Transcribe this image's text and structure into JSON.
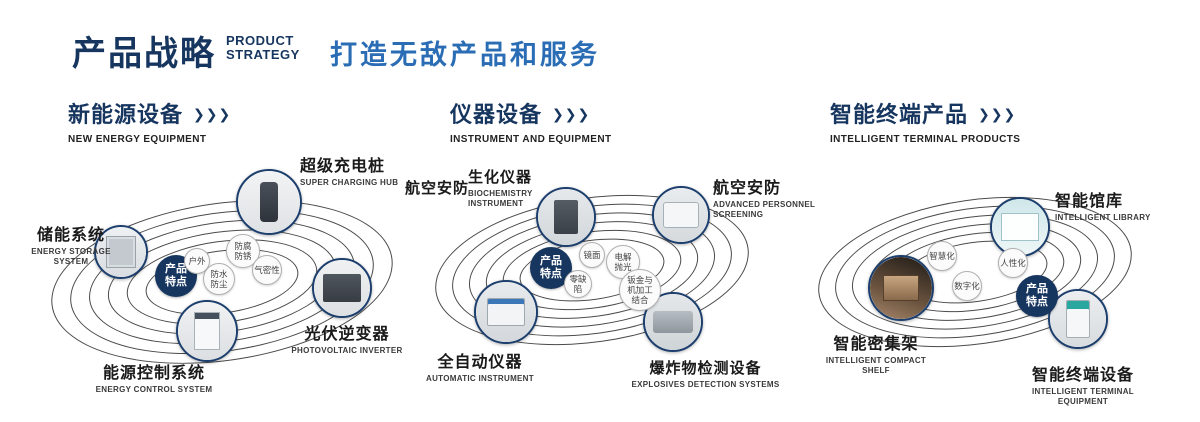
{
  "colors": {
    "navy": "#17365f",
    "blue": "#2a6db5",
    "orbit_line": "#4a4a4a"
  },
  "icons": {
    "chevrons": "❯❯❯"
  },
  "header": {
    "title_cn": "产品战略",
    "title_en_line1": "PRODUCT",
    "title_en_line2": "STRATEGY",
    "tagline": "打造无敌产品和服务"
  },
  "sections": [
    {
      "title": "新能源设备",
      "subtitle": "NEW ENERGY EQUIPMENT",
      "center_label": "产品特点",
      "features": [
        "户外",
        "防腐防锈",
        "气密性",
        "防水防尘"
      ],
      "products": [
        {
          "name_cn": "超级充电桩",
          "name_en": "SUPER CHARGING HUB"
        },
        {
          "name_cn": "储能系统",
          "name_en": "ENERGY STORAGE SYSTEM"
        },
        {
          "name_cn": "光伏逆变器",
          "name_en": "PHOTOVOLTAIC INVERTER"
        },
        {
          "name_cn": "能源控制系统",
          "name_en": "ENERGY CONTROL SYSTEM"
        }
      ]
    },
    {
      "title": "仪器设备",
      "subtitle": "INSTRUMENT AND EQUIPMENT",
      "center_label": "产品特点",
      "category_label": "航空安防",
      "features": [
        "镜面",
        "电解抛光",
        "零缺陷",
        "钣金与机加工结合"
      ],
      "products": [
        {
          "name_cn": "生化仪器",
          "name_en": "BIOCHEMISTRY INSTRUMENT"
        },
        {
          "name_cn": "航空安防",
          "name_en": "ADVANCED PERSONNEL SCREENING"
        },
        {
          "name_cn": "全自动仪器",
          "name_en": "AUTOMATIC INSTRUMENT"
        },
        {
          "name_cn": "爆炸物检测设备",
          "name_en": "EXPLOSIVES DETECTION SYSTEMS"
        }
      ]
    },
    {
      "title": "智能终端产品",
      "subtitle": "INTELLIGENT TERMINAL PRODUCTS",
      "center_label": "产品特点",
      "features": [
        "智慧化",
        "人性化",
        "数字化"
      ],
      "products": [
        {
          "name_cn": "智能馆库",
          "name_en": "INTELLIGENT LIBRARY"
        },
        {
          "name_cn": "智能密集架",
          "name_en": "INTELLIGENT COMPACT SHELF"
        },
        {
          "name_cn": "智能终端设备",
          "name_en": "INTELLIGENT TERMINAL EQUIPMENT"
        }
      ]
    }
  ]
}
